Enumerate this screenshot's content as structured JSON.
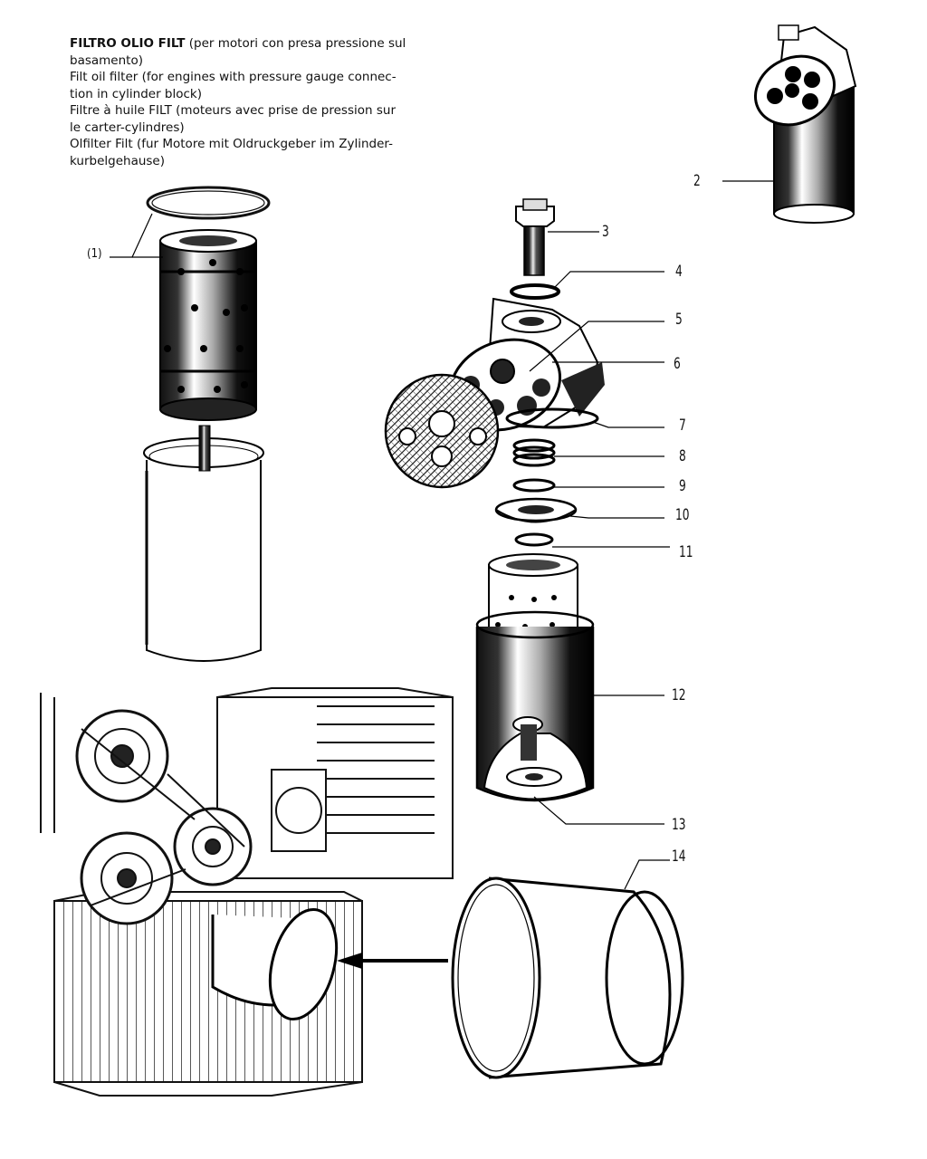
{
  "title": {
    "it_bold": "FILTRO OLIO FILT",
    "it_rest": " (per motori con presa pressione sul",
    "it_line2": "basamento)",
    "en_line1": "Filt oil filter (for engines with pressure gauge connec-",
    "en_line2": "tion in cylinder block)",
    "fr_line1": "Filtre à huile FILT (moteurs avec prise de pression sur",
    "fr_line2": "le carter-cylindres)",
    "de_line1": "Olfilter Filt (fur Motore mit Oldruckgeber im Zylinder-",
    "de_line2": "kurbelgehause)"
  },
  "callouts": {
    "c1": "(1)",
    "c2": "2",
    "c3": "3",
    "c4": "4",
    "c5": "5",
    "c6": "6",
    "c7": "7",
    "c8": "8",
    "c9": "9",
    "c10": "10",
    "c11": "11",
    "c12": "12",
    "c13": "13",
    "c14": "14"
  }
}
